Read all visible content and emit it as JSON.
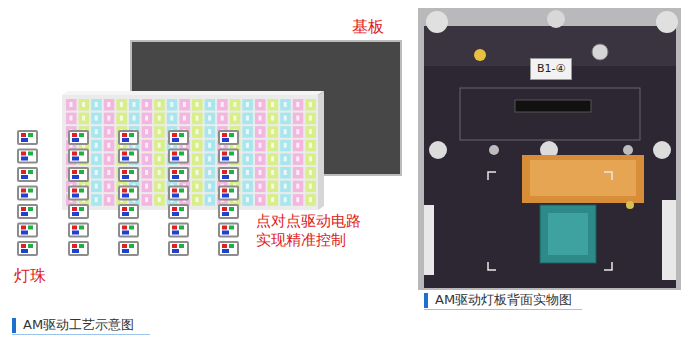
{
  "diagram": {
    "labels": [
      "基板",
      "点对点驱动电路 实现精准控制",
      "灯珠",
      "AM驱动工艺示意图",
      "B1-④",
      "AM驱动灯板背面实物图"
    ]
  }
}
